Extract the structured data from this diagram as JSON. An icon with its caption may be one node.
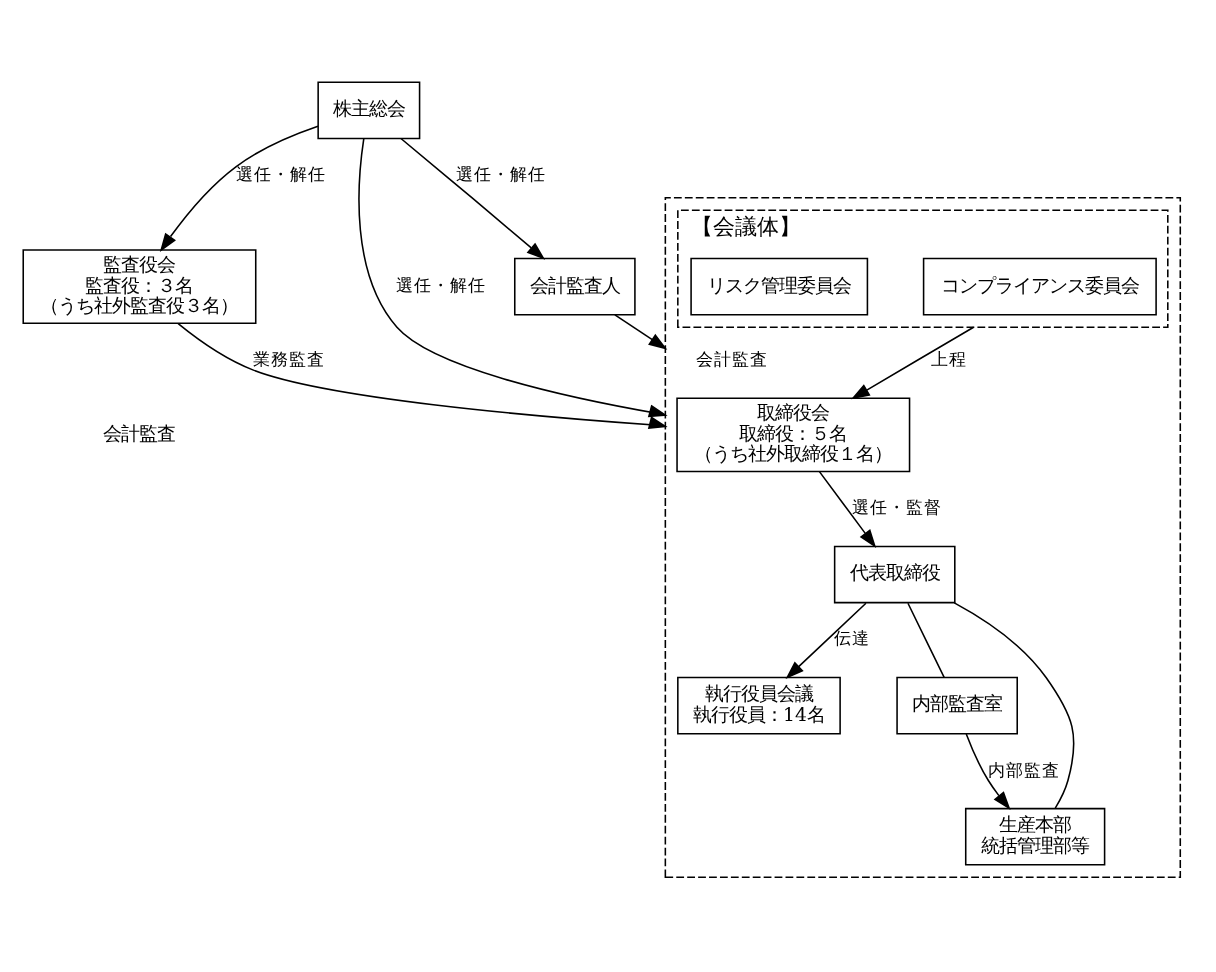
{
  "diagram": {
    "nodes": [
      {
        "text": [
          "株主総会"
        ]
      },
      {
        "text": [
          "監査役会",
          "監査役：３名",
          "（うち社外監査役３名）"
        ]
      },
      {
        "text": [],
        "shape": "box"
      },
      {
        "text": [
          "会計監査人"
        ]
      },
      {
        "text": [
          "取締役会",
          "取締役：５名",
          "（うち社外取締役１名）"
        ],
        "in": 2
      },
      {
        "text": [
          "【会議体】"
        ],
        "in": 2
      },
      {
        "text": [
          "コンプライアンス委員会"
        ],
        "in": 5
      },
      {
        "text": [
          "リスク管理委員会"
        ],
        "in": 5
      },
      {
        "text": [
          "代表取締役"
        ],
        "in": 2
      },
      {
        "text": [
          "執行役員会議",
          "執行役員：14名"
        ],
        "in": 2
      },
      {
        "text": [
          "内部監査室"
        ],
        "in": 2
      },
      {
        "text": [
          "生産本部",
          "統括管理部等"
        ],
        "in": 2
      }
    ],
    "edges": [
      {
        "from": 0,
        "to": 1,
        "arrow": "to",
        "label": "選任・解任"
      },
      {
        "from": 0,
        "to": 2,
        "arrow": "to",
        "label": "選任・解任"
      },
      {
        "from": 0,
        "to": 3,
        "arrow": "to",
        "label": "選任・解任"
      },
      {
        "from": 5,
        "to": 4,
        "arrow": "to",
        "label": "上程"
      },
      {
        "from": 4,
        "to": 8,
        "arrow": "to",
        "label": "選任・監督"
      },
      {
        "from": 8,
        "to": 9,
        "arrow": "to",
        "label": "伝達"
      },
      {
        "from": 1,
        "to": 2,
        "arrow": "to",
        "label": "業務監査"
      },
      {
        "from": 3,
        "to": 2,
        "arrow": "to",
        "label": "会計監査"
      },
      {
        "from": 8,
        "to": 11,
        "arrow": "none"
      },
      {
        "from": 8,
        "to": 10,
        "arrow": "none"
      },
      {
        "from": 10,
        "to": 11,
        "arrow": "to",
        "label": "内部監査"
      }
    ],
    "labels": [
      "会計監査"
    ]
  }
}
